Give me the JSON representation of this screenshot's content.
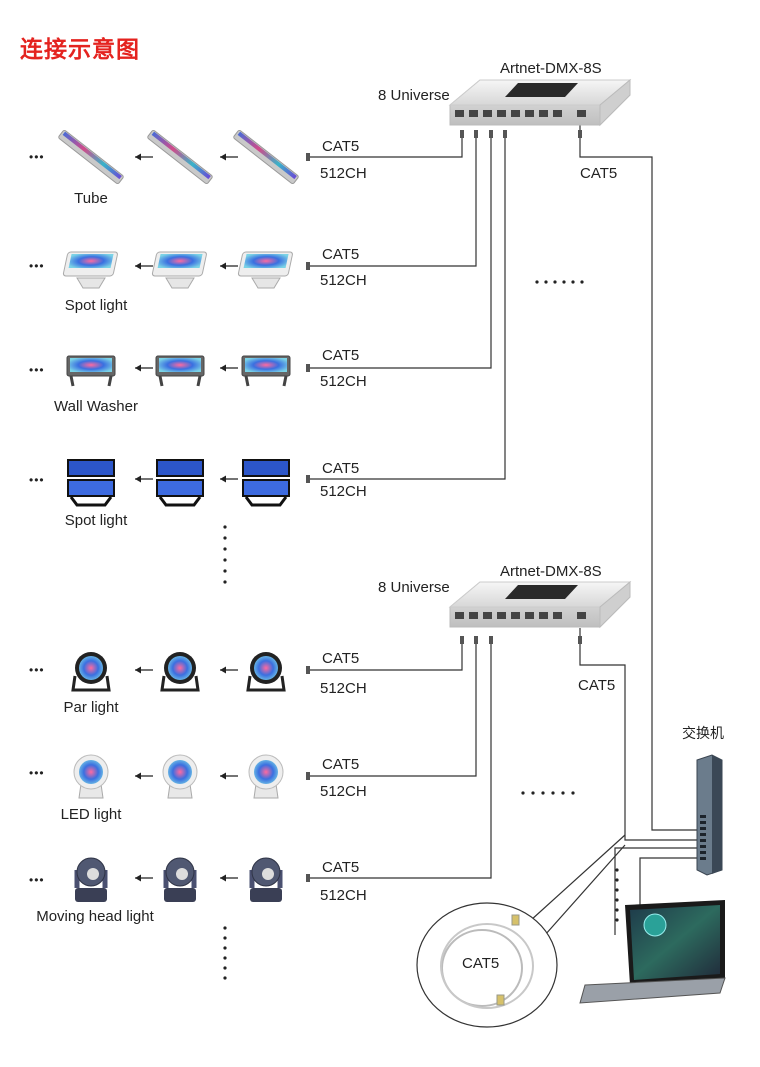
{
  "title": "连接示意图",
  "controllers": [
    {
      "model": "Artnet-DMX-8S",
      "universes": "8 Universe",
      "uplink_cable": "CAT5"
    },
    {
      "model": "Artnet-DMX-8S",
      "universes": "8 Universe",
      "uplink_cable": "CAT5"
    }
  ],
  "rows": [
    {
      "name": "Tube",
      "cable": "CAT5",
      "channels": "512CH",
      "icon": "led-tube-icon"
    },
    {
      "name": "Spot light",
      "cable": "CAT5",
      "channels": "512CH",
      "icon": "spot-light-icon"
    },
    {
      "name": "Wall Washer",
      "cable": "CAT5",
      "channels": "512CH",
      "icon": "wall-washer-icon"
    },
    {
      "name": "Spot light",
      "cable": "CAT5",
      "channels": "512CH",
      "icon": "flood-light-icon"
    },
    {
      "name": "Par light",
      "cable": "CAT5",
      "channels": "512CH",
      "icon": "par-light-icon"
    },
    {
      "name": "LED light",
      "cable": "CAT5",
      "channels": "512CH",
      "icon": "led-light-icon"
    },
    {
      "name": "Moving head light",
      "cable": "CAT5",
      "channels": "512CH",
      "icon": "moving-head-icon"
    }
  ],
  "row_ellipsis": "•••",
  "network_switch": {
    "label": "交换机",
    "icon": "network-switch-icon"
  },
  "computer": {
    "icon": "laptop-icon"
  },
  "cable_callout": {
    "label": "CAT5",
    "icon": "cable-coil-icon"
  },
  "colors": {
    "title": "#e4231f",
    "wire": "#333333",
    "text": "#222222"
  }
}
